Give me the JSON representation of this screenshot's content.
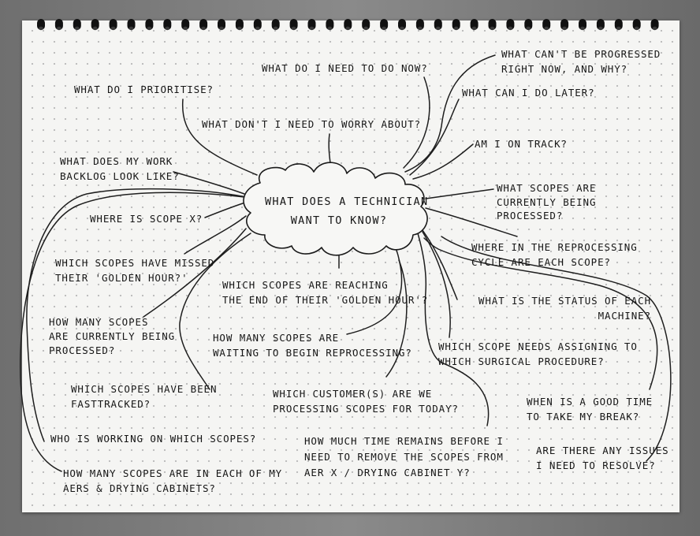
{
  "diagram": {
    "type": "mind-map",
    "center_question": "WHAT DOES A TECHNICIAN\nWANT TO KNOW?",
    "questions": [
      {
        "id": "prioritise",
        "text": "WHAT DO I PRIORITISE?"
      },
      {
        "id": "do-now",
        "text": "WHAT DO I NEED TO DO NOW?"
      },
      {
        "id": "cant-progress",
        "text": "WHAT CAN'T BE PROGRESSED\nRIGHT NOW, AND WHY?"
      },
      {
        "id": "do-later",
        "text": "WHAT CAN I DO LATER?"
      },
      {
        "id": "dont-worry",
        "text": "WHAT DON'T I NEED TO WORRY ABOUT?"
      },
      {
        "id": "on-track",
        "text": "AM I ON TRACK?"
      },
      {
        "id": "backlog",
        "text": "WHAT DOES MY WORK\nBACKLOG LOOK LIKE?"
      },
      {
        "id": "scopes-processed",
        "text": "WHAT SCOPES ARE\nCURRENTLY BEING\nPROCESSED?"
      },
      {
        "id": "where-scope-x",
        "text": "WHERE IS SCOPE X?"
      },
      {
        "id": "reprocessing-cycle",
        "text": "WHERE IN THE REPROCESSING\nCYCLE ARE EACH SCOPE?"
      },
      {
        "id": "missed-golden-hour",
        "text": "WHICH SCOPES HAVE MISSED\nTHEIR 'GOLDEN HOUR?'"
      },
      {
        "id": "reaching-golden-hour",
        "text": "WHICH SCOPES ARE REACHING\nTHE END OF THEIR 'GOLDEN HOUR'?"
      },
      {
        "id": "machine-status",
        "text": "WHAT IS THE STATUS OF EACH\nMACHINE?"
      },
      {
        "id": "how-many-processed",
        "text": "HOW MANY SCOPES\nARE CURRENTLY BEING\nPROCESSED?"
      },
      {
        "id": "waiting",
        "text": "HOW MANY SCOPES ARE\nWAITING TO BEGIN REPROCESSING?"
      },
      {
        "id": "surgical-procedure",
        "text": "WHICH SCOPE NEEDS ASSIGNING TO\nWHICH SURGICAL PROCEDURE?"
      },
      {
        "id": "fasttracked",
        "text": "WHICH SCOPES HAVE BEEN\nFASTTRACKED?"
      },
      {
        "id": "customers",
        "text": "WHICH CUSTOMER(S) ARE WE\nPROCESSING SCOPES FOR TODAY?"
      },
      {
        "id": "break",
        "text": "WHEN IS A GOOD TIME\nTO TAKE MY BREAK?"
      },
      {
        "id": "who-working",
        "text": "WHO IS WORKING ON WHICH SCOPES?"
      },
      {
        "id": "time-remains",
        "text": "HOW MUCH TIME REMAINS BEFORE I\nNEED TO REMOVE THE SCOPES FROM\nAER X / DRYING CABINET Y?"
      },
      {
        "id": "issues",
        "text": "ARE THERE ANY ISSUES\nI NEED TO RESOLVE?"
      },
      {
        "id": "how-many-aers",
        "text": "HOW MANY SCOPES ARE IN EACH OF MY\nAERS & DRYING CABINETS?"
      }
    ]
  }
}
